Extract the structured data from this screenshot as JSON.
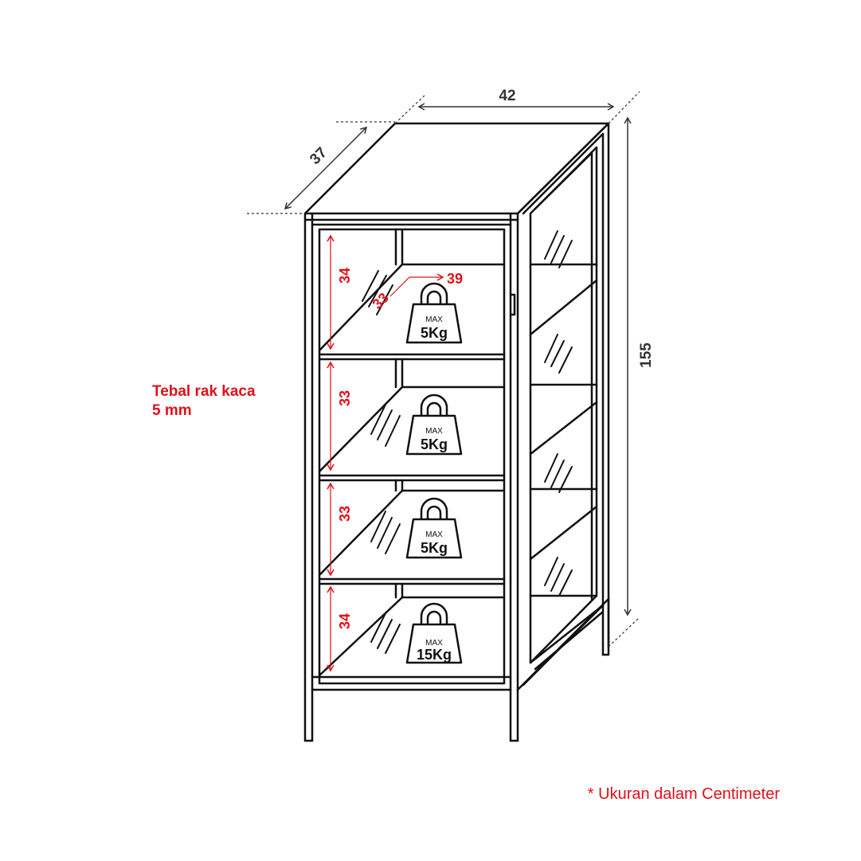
{
  "dimensions": {
    "width": "42",
    "depth": "37",
    "height": "155"
  },
  "shelf_heights": [
    "34",
    "33",
    "33",
    "34"
  ],
  "shelf_depth": "33",
  "shelf_width": "39",
  "weights": [
    {
      "max": "MAX",
      "value": "5Kg"
    },
    {
      "max": "MAX",
      "value": "5Kg"
    },
    {
      "max": "MAX",
      "value": "5Kg"
    },
    {
      "max": "MAX",
      "value": "15Kg"
    }
  ],
  "note": {
    "line1": "Tebal rak kaca",
    "line2": "5 mm"
  },
  "footnote": "* Ukuran dalam Centimeter",
  "colors": {
    "accent": "#e0101a",
    "line": "#111111",
    "dimension_text": "#333333"
  }
}
